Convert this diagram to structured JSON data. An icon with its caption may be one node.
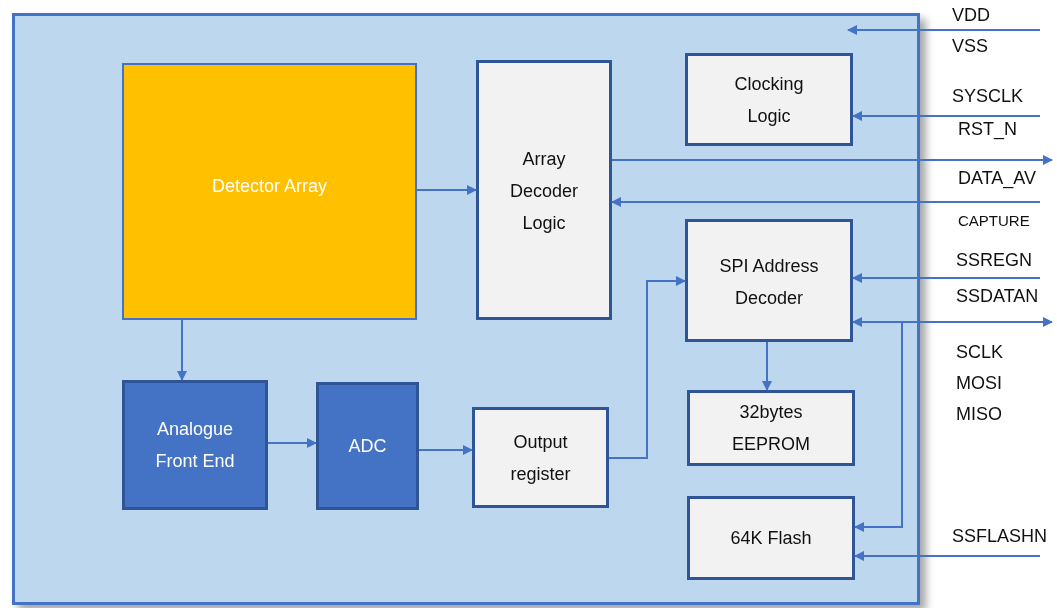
{
  "diagram": {
    "nodes": [
      {
        "text": [],
        "shape": "box"
      },
      {
        "text": [
          "Detector Array"
        ],
        "in": 0
      },
      {
        "text": [
          "Array Decoder Logic"
        ],
        "in": 0
      },
      {
        "text": [
          "Clocking Logic"
        ],
        "in": 0
      },
      {
        "text": [
          "SPI Address Decoder"
        ],
        "in": 0
      },
      {
        "text": [
          "Analogue Front End"
        ],
        "in": 0
      },
      {
        "text": [
          "ADC"
        ],
        "in": 0
      },
      {
        "text": [
          "Output register"
        ],
        "in": 0
      },
      {
        "text": [
          "32bytes EEPROM"
        ],
        "in": 0
      },
      {
        "text": [
          "64K Flash"
        ],
        "in": 0
      }
    ],
    "edges": [
      {
        "from": null,
        "to": 0,
        "arrow": "to"
      },
      {
        "from": null,
        "to": 3,
        "arrow": "to"
      },
      {
        "from": 2,
        "to": null,
        "arrow": "to"
      },
      {
        "from": null,
        "to": 2,
        "arrow": "to"
      },
      {
        "from": null,
        "to": 4,
        "arrow": "to"
      },
      {
        "from": 4,
        "to": null,
        "arrow": "both"
      },
      {
        "from": null,
        "to": 9,
        "arrow": "to"
      },
      {
        "from": null,
        "to": 9,
        "arrow": "to"
      },
      {
        "from": 1,
        "to": 2,
        "arrow": "to"
      },
      {
        "from": 1,
        "to": 5,
        "arrow": "to"
      },
      {
        "from": 5,
        "to": 6,
        "arrow": "to"
      },
      {
        "from": 6,
        "to": 7,
        "arrow": "to"
      },
      {
        "from": 7,
        "to": 4,
        "arrow": "to"
      },
      {
        "from": 4,
        "to": 8,
        "arrow": "to"
      }
    ],
    "labels": [
      "VDD",
      "VSS",
      "SYSCLK",
      "RST_N",
      "DATA_AV",
      "CAPTURE",
      "SSREGN",
      "SSDATAN",
      "SCLK",
      "MOSI",
      "MISO",
      "SSFLASHN"
    ]
  }
}
